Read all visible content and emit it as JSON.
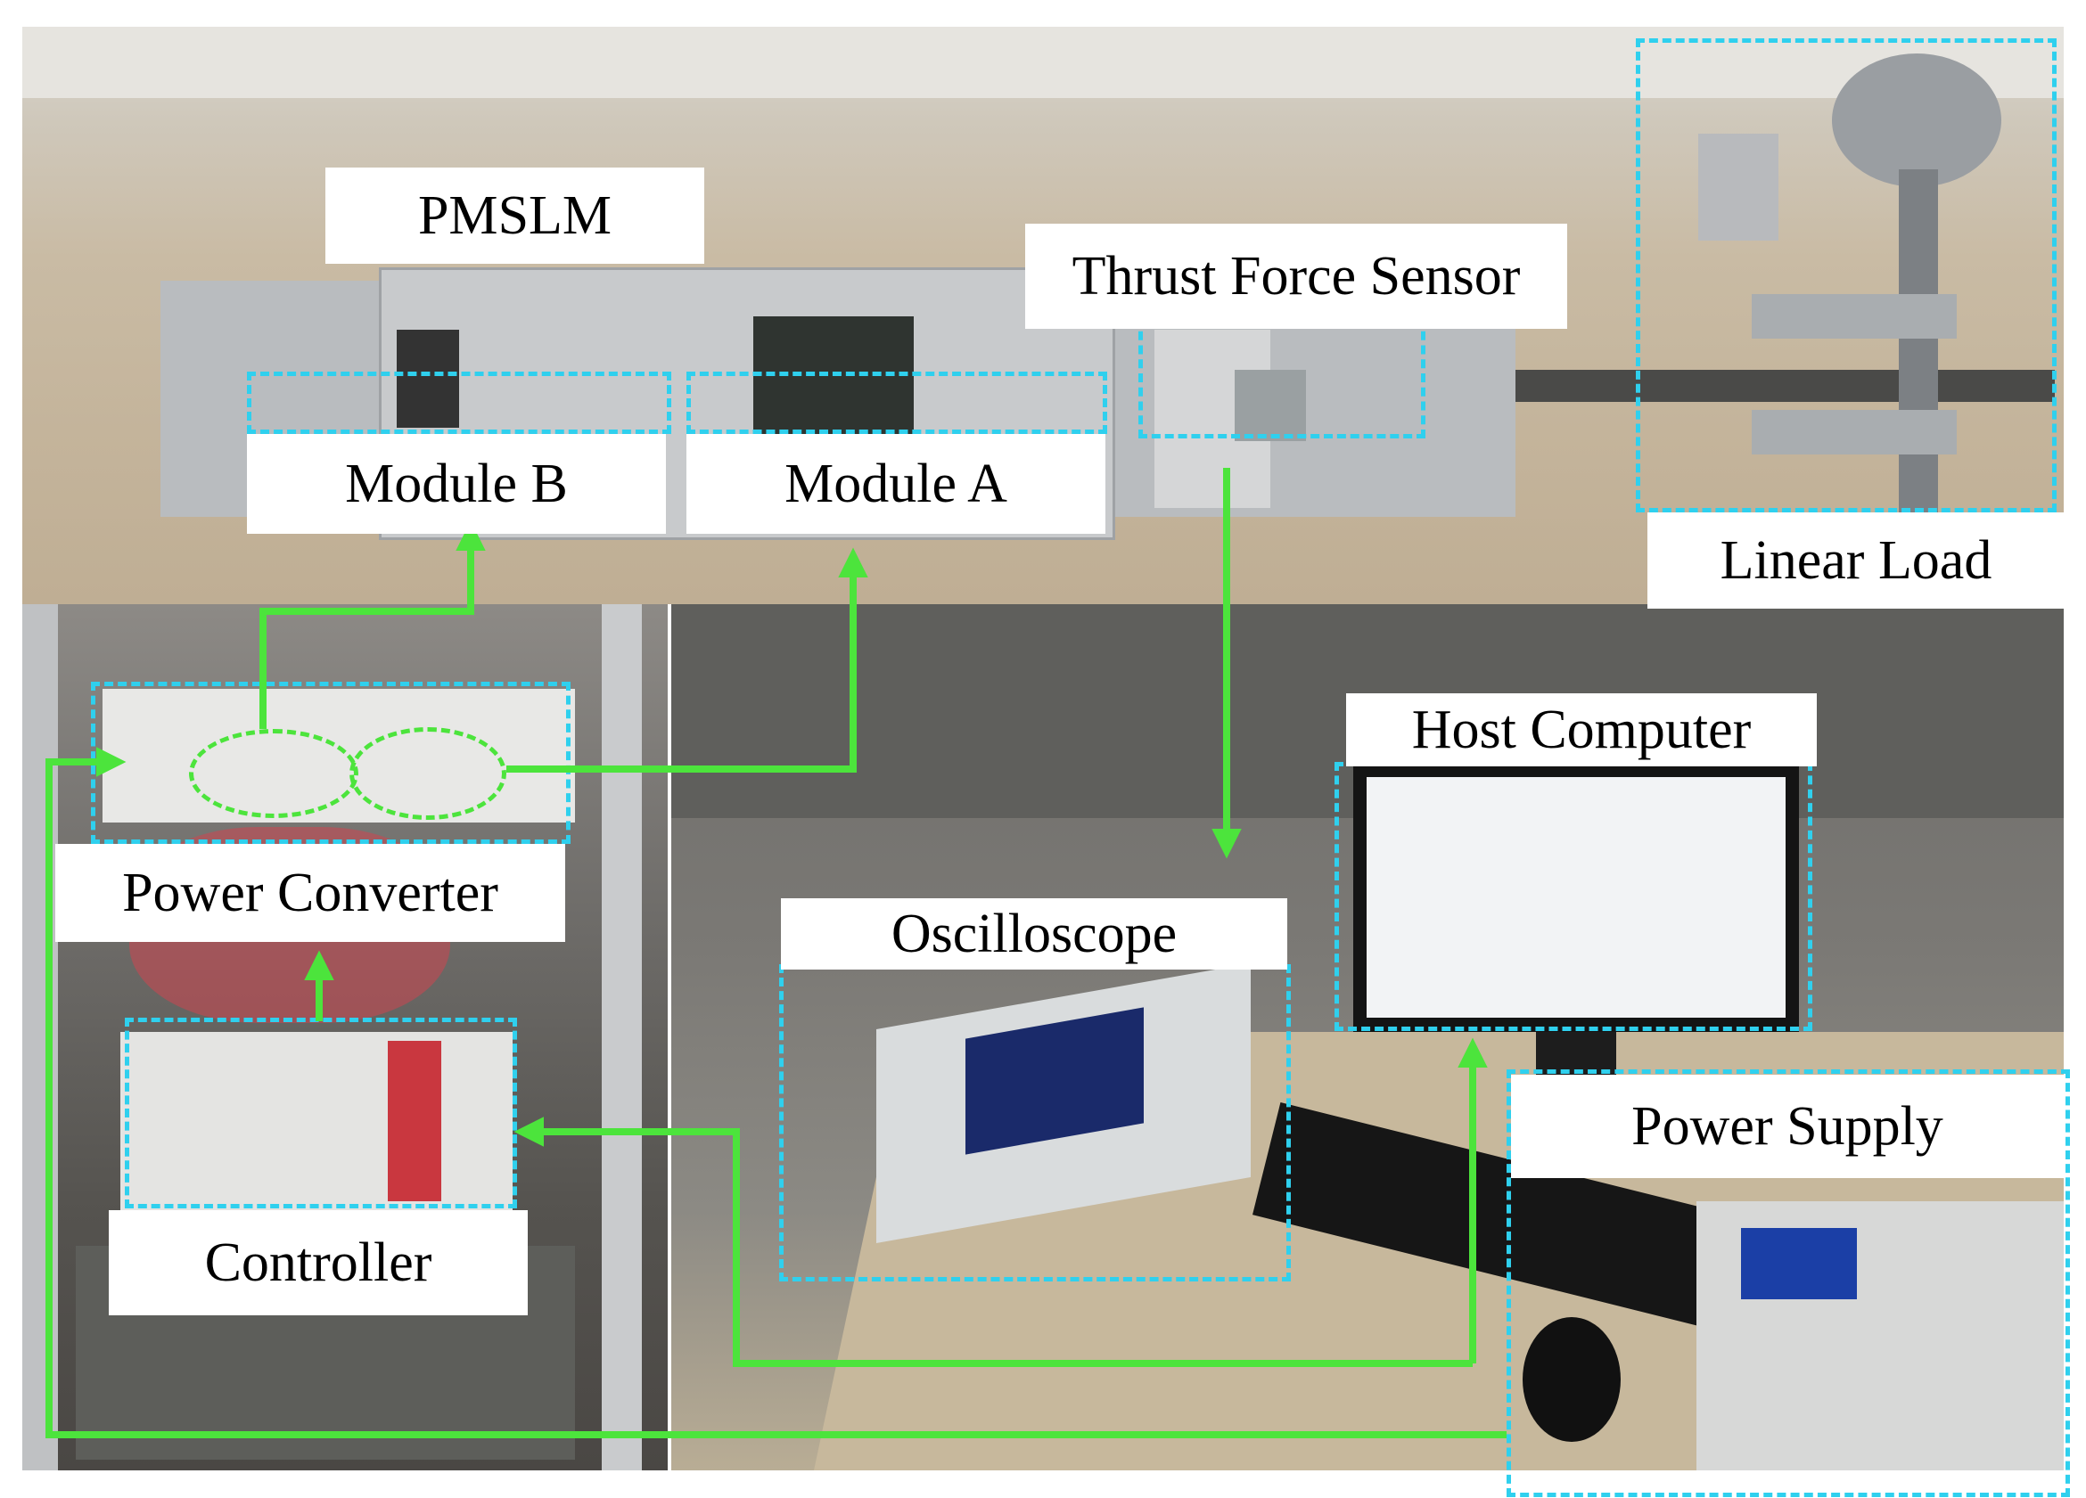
{
  "figure": {
    "labels": {
      "pmslm": "PMSLM",
      "thrust_force_sensor": "Thrust Force Sensor",
      "module_b": "Module B",
      "module_a": "Module A",
      "linear_load": "Linear Load",
      "host_computer": "Host Computer",
      "power_converter": "Power Converter",
      "oscilloscope": "Oscilloscope",
      "power_supply": "Power Supply",
      "controller": "Controller"
    },
    "colors": {
      "highlight_box": "#2fd0ee",
      "signal_arrow": "#4ce43c",
      "label_background": "#ffffff",
      "label_text": "#000000"
    }
  }
}
